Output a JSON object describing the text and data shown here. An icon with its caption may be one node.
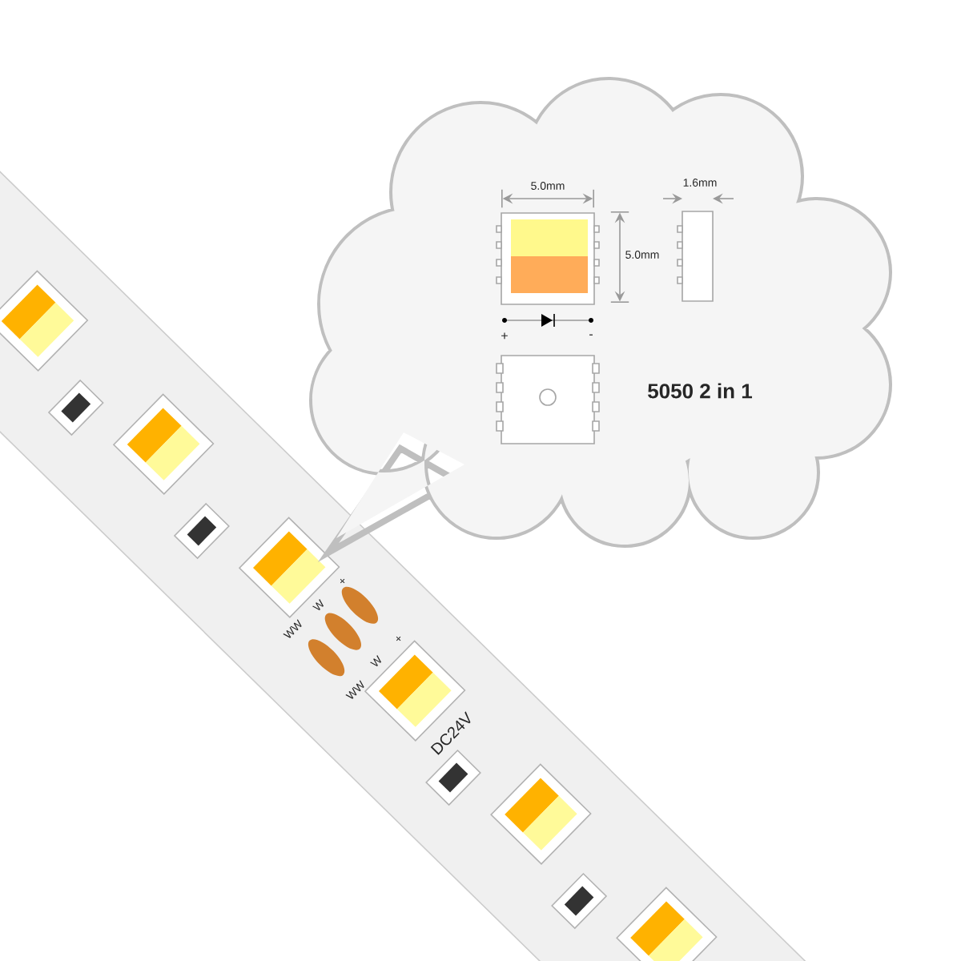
{
  "diagram": {
    "labels": [
      "5.0mm",
      "1.6mm",
      "5.0mm",
      "+",
      "-",
      "5050 2 in 1",
      "+",
      "W",
      "WW",
      "+",
      "W",
      "WW",
      "DC24V"
    ]
  }
}
